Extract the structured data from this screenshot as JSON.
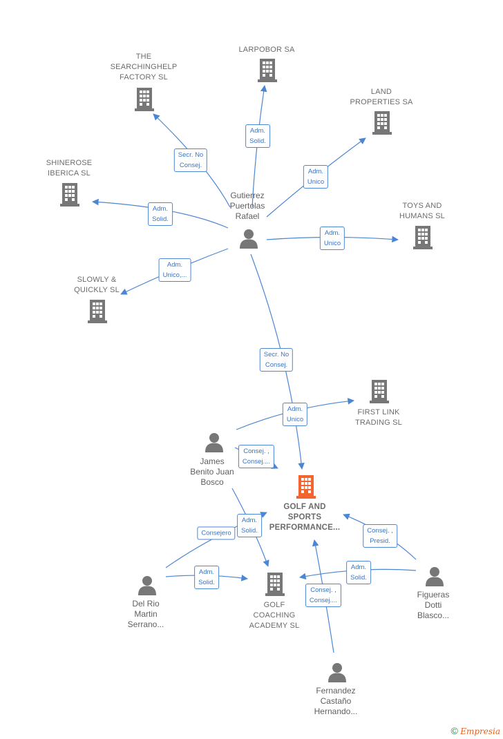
{
  "nodes": {
    "gutierrez": {
      "kind": "person",
      "label": "Gutierrez\nPuertolas\nRafael"
    },
    "james": {
      "kind": "person",
      "label": "James\nBenito Juan\nBosco"
    },
    "delrio": {
      "kind": "person",
      "label": "Del Rio\nMartin\nSerrano..."
    },
    "figueras": {
      "kind": "person",
      "label": "Figueras\nDotti\nBlasco..."
    },
    "fernandez": {
      "kind": "person",
      "label": "Fernandez\nCastaño\nHernando..."
    },
    "searching": {
      "kind": "company",
      "label": "THE\nSEARCHINGHELP\nFACTORY SL"
    },
    "larpobor": {
      "kind": "company",
      "label": "LARPOBOR SA"
    },
    "land": {
      "kind": "company",
      "label": "LAND\nPROPERTIES SA"
    },
    "shinerose": {
      "kind": "company",
      "label": "SHINEROSE\nIBERICA SL"
    },
    "toys": {
      "kind": "company",
      "label": "TOYS AND\nHUMANS SL"
    },
    "slowly": {
      "kind": "company",
      "label": "SLOWLY &\nQUICKLY SL"
    },
    "firstlink": {
      "kind": "company",
      "label": "FIRST LINK\nTRADING SL"
    },
    "golfsports": {
      "kind": "company",
      "label": "GOLF AND\nSPORTS\nPERFORMANCE...",
      "main": true
    },
    "golfcoach": {
      "kind": "company",
      "label": "GOLF\nCOACHING\nACADEMY SL"
    }
  },
  "edges": [
    {
      "from": "gutierrez",
      "to": "searching",
      "label": "Secr. No\nConsej."
    },
    {
      "from": "gutierrez",
      "to": "larpobor",
      "label": "Adm.\nSolid."
    },
    {
      "from": "gutierrez",
      "to": "land",
      "label": "Adm.\nUnico"
    },
    {
      "from": "gutierrez",
      "to": "shinerose",
      "label": "Adm.\nSolid."
    },
    {
      "from": "gutierrez",
      "to": "toys",
      "label": "Adm.\nUnico"
    },
    {
      "from": "gutierrez",
      "to": "slowly",
      "label": "Adm.\nUnico,..."
    },
    {
      "from": "gutierrez",
      "to": "golfsports",
      "label": "Secr. No\nConsej."
    },
    {
      "from": "james",
      "to": "firstlink",
      "label": "Adm.\nUnico"
    },
    {
      "from": "james",
      "to": "golfsports",
      "label": "Consej. ,\nConsej...."
    },
    {
      "from": "james",
      "to": "golfcoach",
      "label": "Adm.\nSolid."
    },
    {
      "from": "delrio",
      "to": "golfsports",
      "label": "Consejero"
    },
    {
      "from": "delrio",
      "to": "golfcoach",
      "label": "Adm.\nSolid."
    },
    {
      "from": "figueras",
      "to": "golfsports",
      "label": "Consej. ,\nPresid."
    },
    {
      "from": "figueras",
      "to": "golfcoach",
      "label": "Adm.\nSolid."
    },
    {
      "from": "fernandez",
      "to": "golfsports",
      "label": "Consej. ,\nConsej...."
    }
  ],
  "colors": {
    "edge": "#4a86d4",
    "company": "#777777",
    "main_company": "#f26430",
    "person": "#777777"
  },
  "footer": {
    "copyright": "©",
    "brand": "Empresia"
  }
}
